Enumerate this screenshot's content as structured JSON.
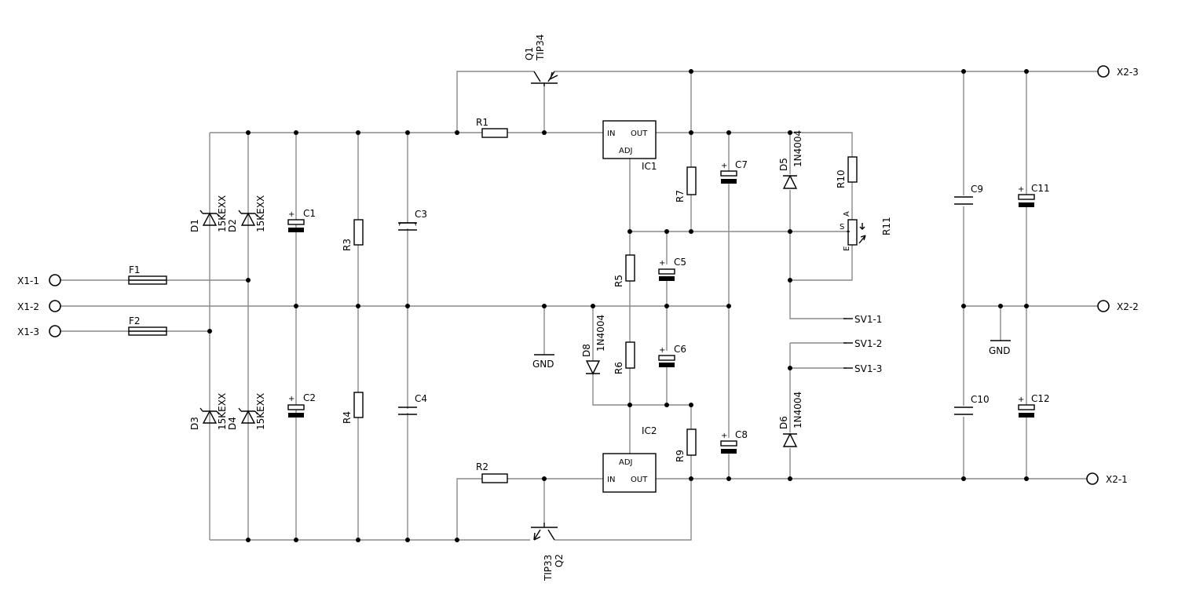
{
  "terminals": {
    "x1_1": "X1-1",
    "x1_2": "X1-2",
    "x1_3": "X1-3",
    "x2_1": "X2-1",
    "x2_2": "X2-2",
    "x2_3": "X2-3",
    "sv1_1": "SV1-1",
    "sv1_2": "SV1-2",
    "sv1_3": "SV1-3"
  },
  "components": {
    "q1": {
      "name": "Q1",
      "value": "TIP34"
    },
    "q2": {
      "name": "Q2",
      "value": "TIP33"
    },
    "ic1": {
      "name": "IC1",
      "pin_in": "IN",
      "pin_out": "OUT",
      "pin_adj": "ADJ"
    },
    "ic2": {
      "name": "IC2",
      "pin_in": "IN",
      "pin_out": "OUT",
      "pin_adj": "ADJ"
    },
    "f1": "F1",
    "f2": "F2",
    "d1": {
      "name": "D1",
      "value": "15KEXX"
    },
    "d2": {
      "name": "D2",
      "value": "15KEXX"
    },
    "d3": {
      "name": "D3",
      "value": "15KEXX"
    },
    "d4": {
      "name": "D4",
      "value": "15KEXX"
    },
    "d5": {
      "name": "D5",
      "value": "1N4004"
    },
    "d6": {
      "name": "D6",
      "value": "1N4004"
    },
    "d8": {
      "name": "D8",
      "value": "1N4004"
    },
    "r1": "R1",
    "r2": "R2",
    "r3": "R3",
    "r4": "R4",
    "r5": "R5",
    "r6": "R6",
    "r7": "R7",
    "r9": "R9",
    "r10": "R10",
    "r11": {
      "name": "R11",
      "pin_s": "S",
      "pin_a": "A",
      "pin_e": "E"
    },
    "c1": "C1",
    "c2": "C2",
    "c3": "C3",
    "c4": "C4",
    "c5": "C5",
    "c6": "C6",
    "c7": "C7",
    "c8": "C8",
    "c9": "C9",
    "c10": "C10",
    "c11": "C11",
    "c12": "C12"
  },
  "gnd_labels": {
    "gnd_center": "GND",
    "gnd_right": "GND"
  },
  "polarity_mark": "+"
}
